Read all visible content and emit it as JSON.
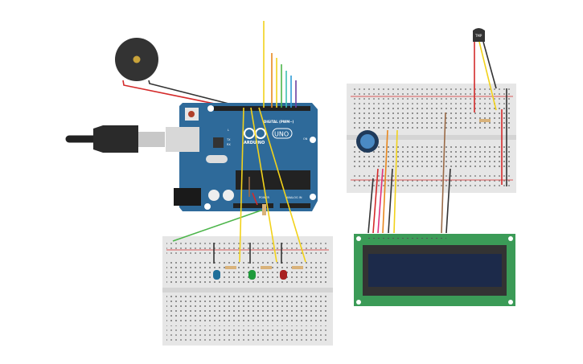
{
  "arduino": {
    "brand": "ARDUINO",
    "model": "UNO",
    "digital_label": "DIGITAL (PWM~)",
    "power_label": "POWER",
    "analog_label": "ANALOG IN",
    "on_label": "ON",
    "led_l": "L",
    "tx": "TX",
    "rx": "RX"
  },
  "temp_sensor": {
    "label": "TMP"
  },
  "colors": {
    "board": "#2e6a9a",
    "breadboard": "#e6e6e6",
    "lcd_pcb": "#3b9b57",
    "lcd_screen": "#1c2a4a",
    "wire_red": "#d42a2a",
    "wire_black": "#333333",
    "wire_yellow": "#f2d21b",
    "wire_orange": "#e8871e",
    "wire_green": "#4cb54a",
    "wire_teal": "#3dbfb0",
    "wire_blue": "#2e9bd6",
    "wire_purple": "#6b3fa0",
    "wire_brown": "#9a6a46",
    "wire_pink": "#e0307a"
  },
  "leds": [
    {
      "color": "blue",
      "hex": "#1f6f9a"
    },
    {
      "color": "green",
      "hex": "#1e9a3a"
    },
    {
      "color": "red",
      "hex": "#a82020"
    }
  ]
}
